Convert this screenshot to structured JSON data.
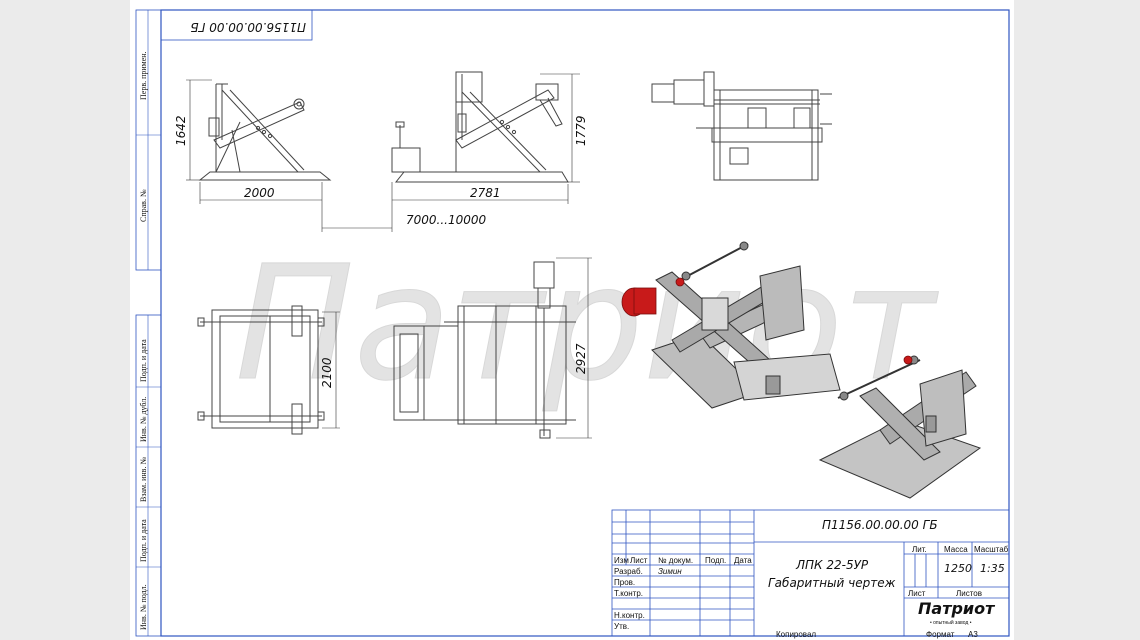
{
  "colors": {
    "accent": "#2f55c0",
    "watermark": "#e3e3e3",
    "motor_red": "#c81a1a"
  },
  "side_margin": {
    "rotated_code": "П1156.00.00.00 ГБ",
    "labels": [
      "Перв. примен.",
      "Справ. №",
      "Подп. и дата",
      "Инв. № дубл.",
      "Взам. инв. №",
      "Подп. и дата",
      "Инв. № подл."
    ]
  },
  "dimensions": {
    "left_height": "1642",
    "left_width": "2000",
    "middle_height": "1779",
    "middle_width": "2781",
    "spacing": "7000...10000",
    "plan_width": "2100",
    "plan_height": "2927"
  },
  "watermark_text": "Патриот",
  "title_block": {
    "top_code": "П1156.00.00.00 ГБ",
    "headers": {
      "change": "Изм",
      "sheet": "Лист",
      "doc": "№ докум.",
      "sign": "Подп.",
      "date": "Дата"
    },
    "rows": {
      "developed": "Разраб.",
      "checked": "Пров.",
      "tech_control": "Т.контр.",
      "norm_control": "Н.контр.",
      "approved": "Утв."
    },
    "developer_name": "Зимин",
    "product_name": "ЛПК 22-5УР",
    "doc_type": "Габаритный чертеж",
    "col_lit": "Лит.",
    "col_mass": "Масса",
    "col_scale": "Масштаб",
    "mass_value": "1250",
    "scale_value": "1:35",
    "sheet_label": "Лист",
    "sheets_label": "Листов",
    "company_logo": "Патриот",
    "company_sub": "• опытный завод •"
  },
  "footer": {
    "copied": "Копировал",
    "format_label": "Формат",
    "format_value": "А3"
  }
}
